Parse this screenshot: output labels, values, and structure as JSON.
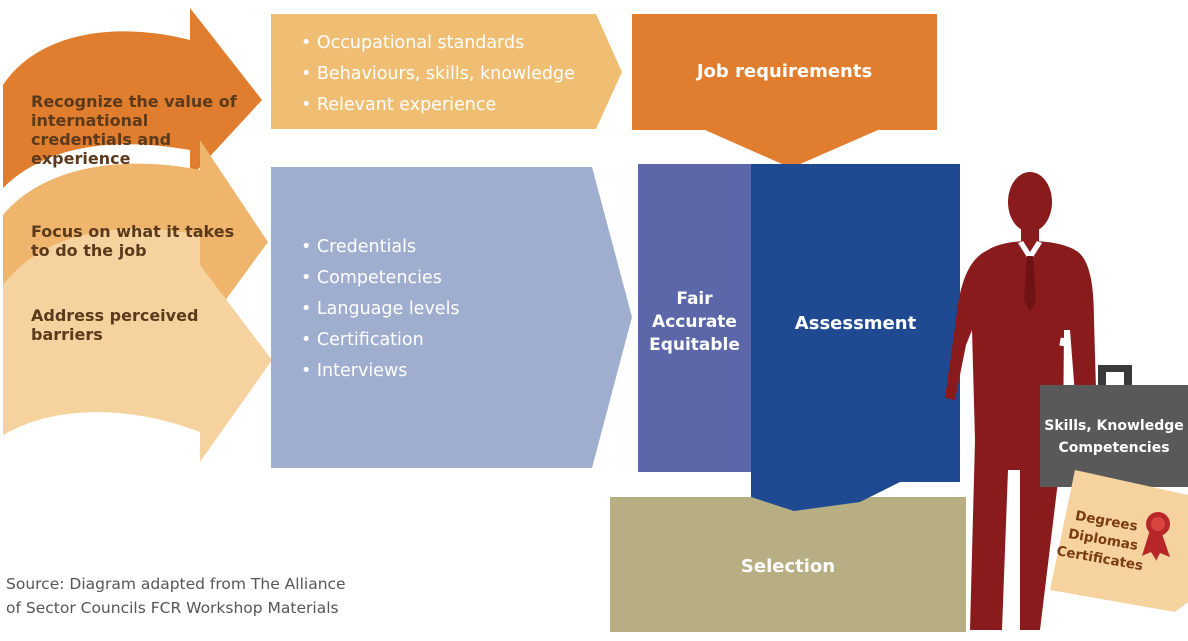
{
  "left_arrows": [
    {
      "label": "Recognize the value of international credentials and experience",
      "color": "#E07D2F"
    },
    {
      "label": "Focus on what it takes to do the job",
      "color": "#EFB56C"
    },
    {
      "label": "Address perceived barriers",
      "color": "#F6D29F"
    }
  ],
  "requirements_box": {
    "items": [
      "Occupational standards",
      "Behaviours, skills, knowledge",
      "Relevant experience"
    ],
    "color": "#F0BE73"
  },
  "job_requirements": {
    "label": "Job requirements",
    "color": "#E07D2F"
  },
  "evidence_box": {
    "items": [
      "Credentials",
      "Competencies",
      "Language levels",
      "Certification",
      "Interviews"
    ],
    "color": "#9FAECF"
  },
  "fair_panel": {
    "lines": [
      "Fair",
      "Accurate",
      "Equitable"
    ],
    "color": "#5B67A8"
  },
  "assessment": {
    "label": "Assessment",
    "color": "#1F4A92"
  },
  "selection": {
    "label": "Selection",
    "color": "#B8AE84"
  },
  "briefcase": {
    "lines": [
      "Skills, Knowledge",
      "Competencies"
    ],
    "color": "#595959"
  },
  "certificate": {
    "lines": [
      "Degrees",
      "Diplomas",
      "Certificates"
    ],
    "color": "#F6D29F"
  },
  "person_color": "#8A1B1C",
  "source": {
    "line1": "Source: Diagram adapted from The Alliance",
    "line2": "of Sector Councils FCR Workshop Materials"
  }
}
